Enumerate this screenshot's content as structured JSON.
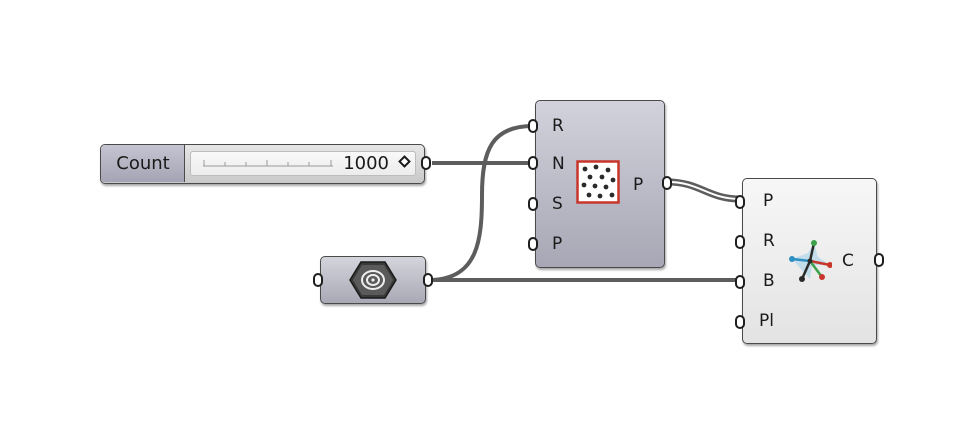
{
  "slider": {
    "name": "Count",
    "value": "1000"
  },
  "populate": {
    "inputs": [
      "R",
      "N",
      "S",
      "P"
    ],
    "output": "P",
    "icon": "populate-points-icon"
  },
  "seed_param": {
    "icon": "geometry-param-icon"
  },
  "solver": {
    "inputs": [
      "P",
      "R",
      "B",
      "Pl"
    ],
    "output": "C",
    "icon": "voronoi-solver-icon"
  },
  "colors": {
    "wire": "#5d5d5d",
    "component_fill": "#b9b9c6",
    "component_fill_light": "#ececec",
    "icon_red": "#c8362b"
  }
}
